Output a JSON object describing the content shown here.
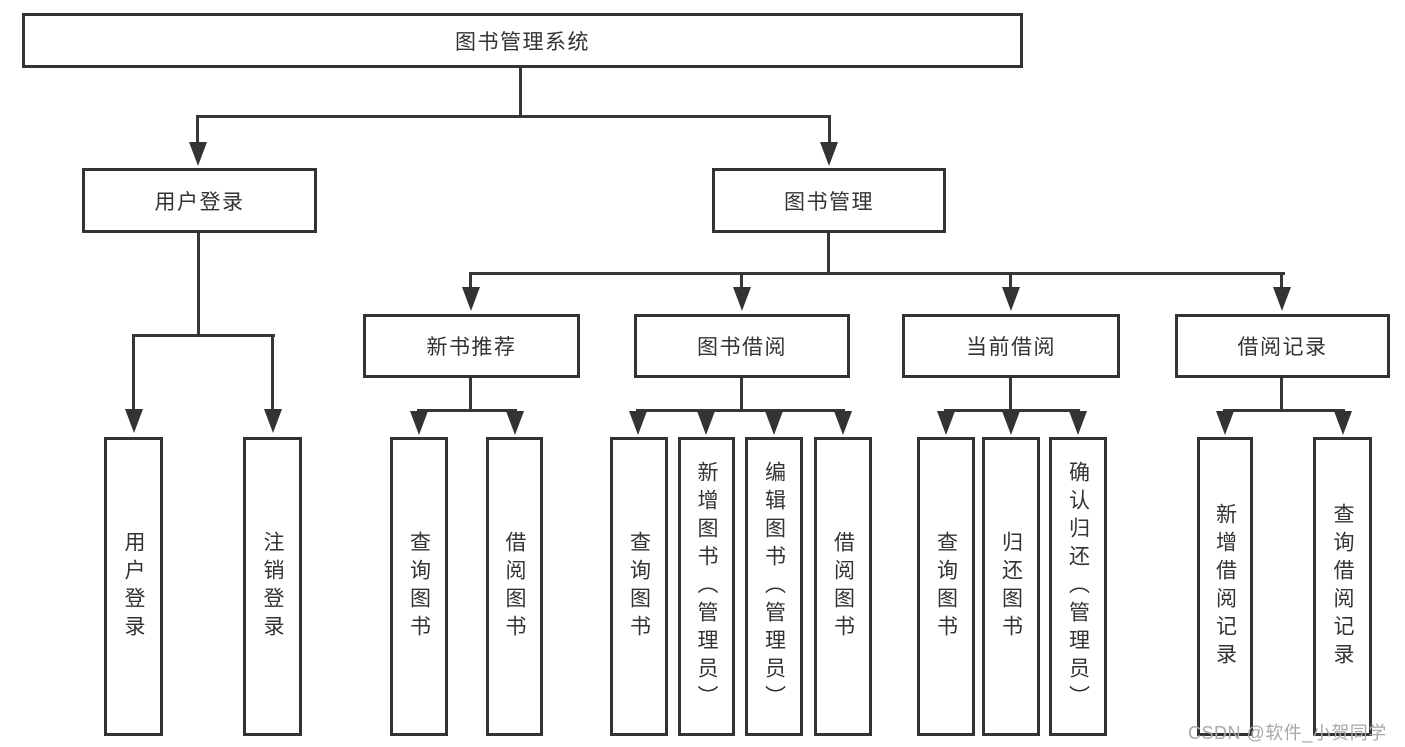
{
  "root": {
    "label": "图书管理系统"
  },
  "level2": {
    "user_login": {
      "label": "用户登录"
    },
    "book_management": {
      "label": "图书管理"
    }
  },
  "level3": {
    "new_book_recommend": {
      "label": "新书推荐"
    },
    "book_borrow": {
      "label": "图书借阅"
    },
    "current_borrow": {
      "label": "当前借阅"
    },
    "borrow_records": {
      "label": "借阅记录"
    }
  },
  "leaves": {
    "user_login": {
      "label": "用户登录"
    },
    "logout": {
      "label": "注销登录"
    },
    "nb_query_books": {
      "label": "查询图书"
    },
    "nb_borrow_books": {
      "label": "借阅图书"
    },
    "bb_query_books": {
      "label": "查询图书"
    },
    "bb_add_books": {
      "label": "新增图书（管理员）"
    },
    "bb_edit_books": {
      "label": "编辑图书（管理员）"
    },
    "bb_borrow_books": {
      "label": "借阅图书"
    },
    "cb_query_books": {
      "label": "查询图书"
    },
    "cb_return_books": {
      "label": "归还图书"
    },
    "cb_confirm_return": {
      "label": "确认归还（管理员）"
    },
    "br_add_record": {
      "label": "新增借阅记录"
    },
    "br_query_record": {
      "label": "查询借阅记录"
    }
  },
  "watermark": {
    "text": "CSDN @软件_小贺同学"
  },
  "colors": {
    "line": "#333333",
    "text": "#333333",
    "node_background": "#ffffff",
    "page_background": "#ffffff",
    "watermark": "#a8a8a8"
  }
}
